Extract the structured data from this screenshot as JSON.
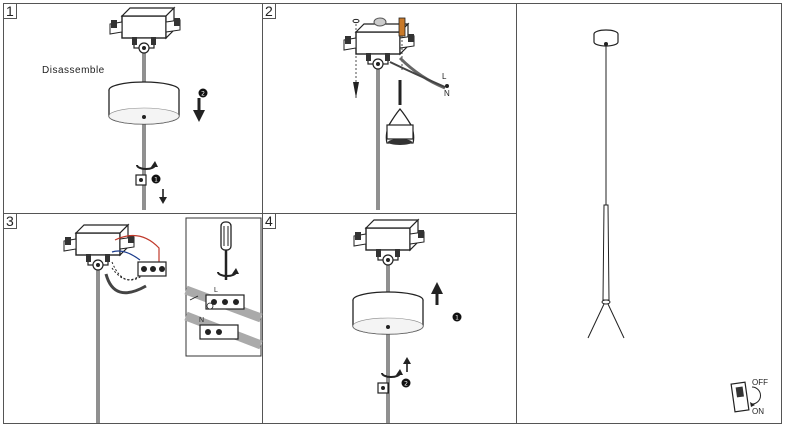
{
  "steps": [
    {
      "number": "1",
      "label": "Disassemble",
      "callouts": [
        "❶",
        "❷"
      ]
    },
    {
      "number": "2",
      "wire_labels": [
        "L",
        "N"
      ]
    },
    {
      "number": "3",
      "wire_labels": [
        "L",
        "N"
      ]
    },
    {
      "number": "4",
      "callouts": [
        "❶",
        "❷"
      ]
    }
  ],
  "switch": {
    "off_label": "OFF",
    "on_label": "ON"
  },
  "icons": [
    "canopy",
    "mounting-bracket",
    "screw",
    "wall-anchor",
    "screwdriver",
    "terminal-block",
    "drill",
    "pendant-lamp",
    "wall-switch",
    "arrow-down",
    "arrow-up",
    "rotate-arrow"
  ]
}
